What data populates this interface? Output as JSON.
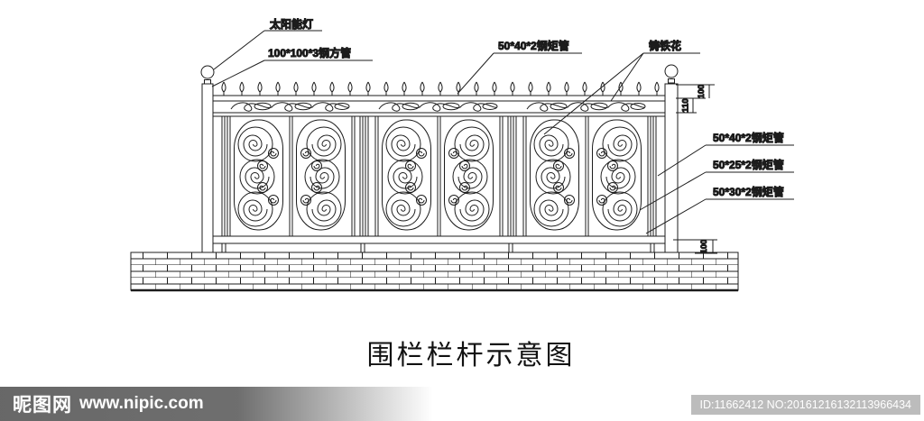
{
  "title": "围栏栏杆示意图",
  "labels": {
    "solar_lamp": "太阳能灯",
    "square_tube": "100*100*3钢方管",
    "top_rect_tube": "50*40*2钢矩管",
    "cast_iron_flower": "铸铁花",
    "right_rect_tube_1": "50*40*2钢矩管",
    "right_rect_tube_2": "50*25*2钢矩管",
    "right_rect_tube_3": "50*30*2钢矩管"
  },
  "dimensions": {
    "top_rail": "100",
    "frieze_band": "110",
    "base_clearance": "100"
  },
  "watermark": {
    "site_name": "昵图网",
    "site_url": "www.nipic.com",
    "id_badge": "ID:11662412 NO:20161216132113966434"
  },
  "colors": {
    "line": "#1c1c1c",
    "background": "#ffffff",
    "badge_bg": "#bcbcbc",
    "watermark_text": "#ffffff"
  }
}
